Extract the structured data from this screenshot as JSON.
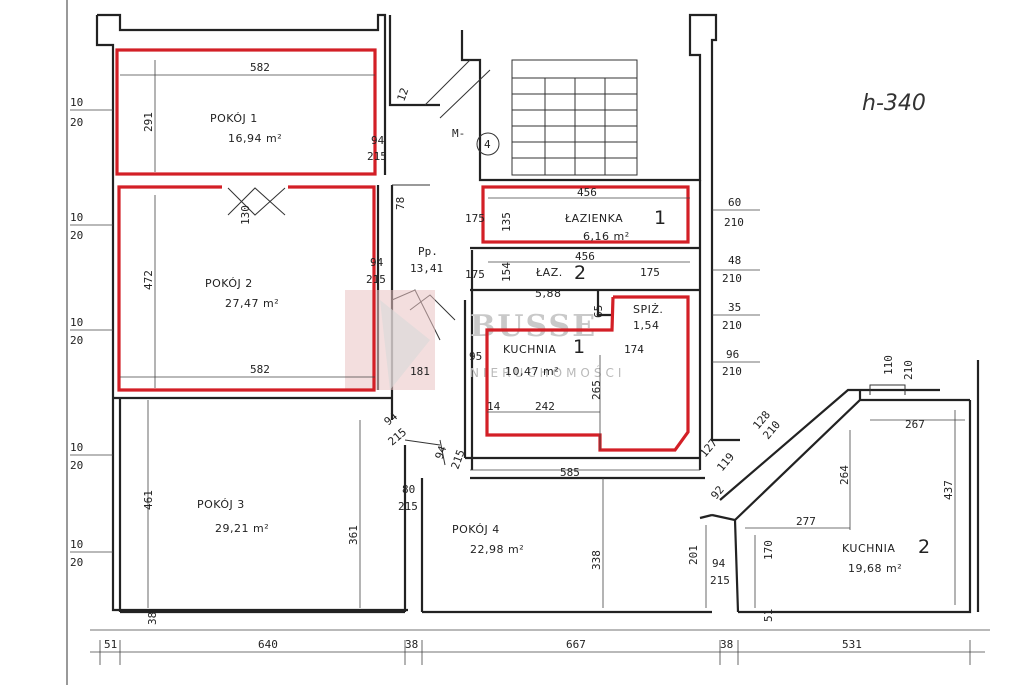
{
  "handwritten_note": "h-340",
  "watermark": {
    "name": "BUSSE",
    "sub": "NIERUCHOMOŚCI"
  },
  "rooms": {
    "pokoj1": {
      "name": "POKÓJ 1",
      "area": "16,94 m²"
    },
    "pokoj2": {
      "name": "POKÓJ 2",
      "area": "27,47 m²"
    },
    "pokoj3": {
      "name": "POKÓJ 3",
      "area": "29,21 m²"
    },
    "pokoj4": {
      "name": "POKÓJ 4",
      "area": "22,98 m²"
    },
    "lazienka1": {
      "name": "ŁAZIENKA",
      "num": "1",
      "area": "6,16 m²"
    },
    "laz2": {
      "name": "ŁAZ.",
      "num": "2",
      "area": "5,88"
    },
    "spiz": {
      "name": "SPIŻ.",
      "area": "1,54"
    },
    "kuchnia1": {
      "name": "KUCHNIA",
      "num": "1",
      "area": "10,47 m²"
    },
    "kuchnia2": {
      "name": "KUCHNIA",
      "num": "2",
      "area": "19,68 m²"
    },
    "hall": {
      "name": "Pp.",
      "area": "13,41"
    },
    "stairs": {
      "label": "4"
    }
  },
  "dimensions": {
    "bottom": [
      "51",
      "640",
      "38",
      "667",
      "38",
      "531"
    ],
    "left": [
      [
        "10",
        "20"
      ],
      [
        "10",
        "20"
      ],
      [
        "10",
        "20"
      ],
      [
        "10",
        "20"
      ],
      [
        "10",
        "20"
      ]
    ],
    "inner": {
      "p1_width": "582",
      "p1_height": "291",
      "p2_width": "582",
      "p2_height": "472",
      "p3_height": "461",
      "p3_side": "361",
      "p3_bottom": "38",
      "p4_height": "338",
      "door_130": "130",
      "hall_78": "78",
      "hall_181": "181",
      "lazienka_width": "456",
      "lazienka_135": "135",
      "lazienka_175": "175",
      "laz2_width": "456",
      "laz2_175": "175",
      "laz2_154": "154",
      "laz2_65": "65",
      "kuchnia1_95": "95",
      "kuchnia1_174": "174",
      "kuchnia1_265": "265",
      "kuchnia1_242": "242",
      "kuchnia1_14": "14",
      "w585": "585",
      "h12": "12",
      "k2_267": "267",
      "k2_437": "437",
      "k2_264": "264",
      "k2_277": "277",
      "k2_170": "170",
      "k2_201": "201",
      "k2_51": "51",
      "a127": "127",
      "a119": "119",
      "a92": "92",
      "m1": "M-"
    },
    "doors": [
      [
        "94",
        "215"
      ],
      [
        "94",
        "215"
      ],
      [
        "94",
        "215"
      ],
      [
        "94",
        "215"
      ],
      [
        "80",
        "215"
      ],
      [
        "94",
        "215"
      ]
    ],
    "windows": [
      [
        "60",
        "210"
      ],
      [
        "48",
        "210"
      ],
      [
        "35",
        "210"
      ],
      [
        "96",
        "210"
      ],
      [
        "110",
        "210"
      ],
      [
        "128",
        "210"
      ]
    ]
  }
}
